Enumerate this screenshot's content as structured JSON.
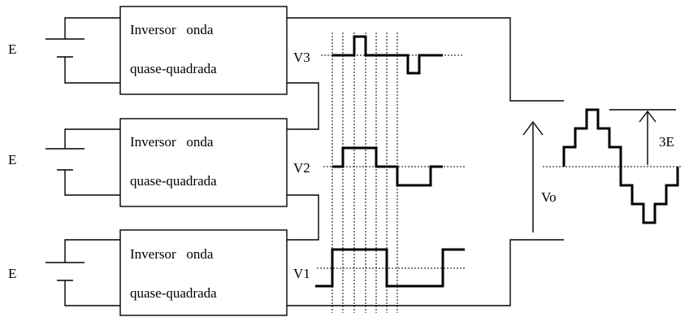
{
  "sources": [
    {
      "label": "E"
    },
    {
      "label": "E"
    },
    {
      "label": "E"
    }
  ],
  "inverters": [
    {
      "line1": "Inversor   onda",
      "line2": "quase-quadrada"
    },
    {
      "line1": "Inversor   onda",
      "line2": "quase-quadrada"
    },
    {
      "line1": "Inversor   onda",
      "line2": "quase-quadrada"
    }
  ],
  "voltages": {
    "v3": "V3",
    "v2": "V2",
    "v1": "V1",
    "vo": "Vo",
    "amplitude": "3E"
  }
}
